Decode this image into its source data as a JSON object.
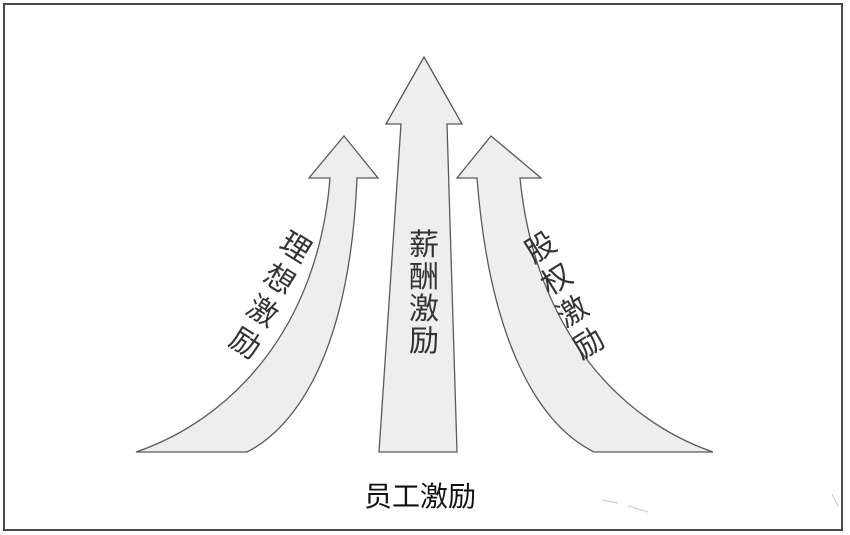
{
  "arrows": [
    {
      "id": "ideal",
      "label": [
        "理",
        "想",
        "激",
        "励"
      ]
    },
    {
      "id": "salary",
      "label": [
        "薪",
        "酬",
        "激",
        "励"
      ]
    },
    {
      "id": "equity",
      "label": [
        "股",
        "权",
        "激",
        "励"
      ]
    }
  ],
  "caption": "员工激励",
  "colors": {
    "arrow_fill": "#eeeeee",
    "arrow_stroke": "#5a5a5a",
    "frame": "#4a4a4a",
    "text": "#333333"
  }
}
